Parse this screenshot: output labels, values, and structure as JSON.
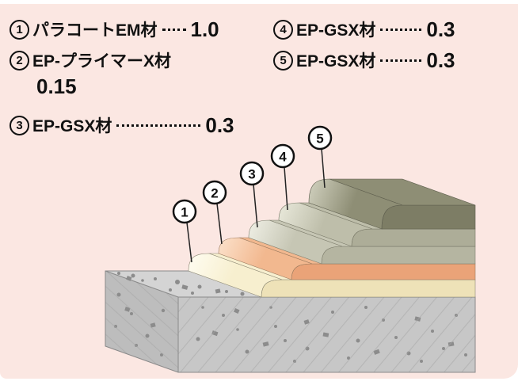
{
  "legend": {
    "items": [
      {
        "num": "1",
        "label": "パラコートEM材",
        "value": "1.0"
      },
      {
        "num": "2",
        "label": "EP-プライマーX材",
        "value": "0.15"
      },
      {
        "num": "3",
        "label": "EP-GSX材",
        "value": "0.3"
      },
      {
        "num": "4",
        "label": "EP-GSX材",
        "value": "0.3"
      },
      {
        "num": "5",
        "label": "EP-GSX材",
        "value": "0.3"
      }
    ]
  },
  "diagram": {
    "callouts": [
      "1",
      "2",
      "3",
      "4",
      "5"
    ]
  },
  "colors": {
    "panel_background": "#fbe7e2",
    "concrete_top": "#d4d4d4",
    "concrete_front": "#c7c7c7",
    "concrete_left": "#bdbdbd",
    "hatch": "#a6a6a6",
    "speckle": "#8c8c8c",
    "outline": "#8a8a8a",
    "layer1_top": "#f7efcf",
    "layer1_front": "#eee2b8",
    "layer1_light": "#fffdf2",
    "layer2_top": "#f2b88f",
    "layer2_front": "#eaa378",
    "layer2_light": "#fce2cc",
    "layer3_top": "#c6c6b4",
    "layer3_front": "#b5b5a1",
    "layer3_light": "#f0f0e6",
    "layer4_top": "#bebeaa",
    "layer4_front": "#adad98",
    "layer4_light": "#eaeadc",
    "layer5_top": "#8e8e75",
    "layer5_front": "#7d7d65",
    "layer5_light": "#d2d2c0"
  }
}
